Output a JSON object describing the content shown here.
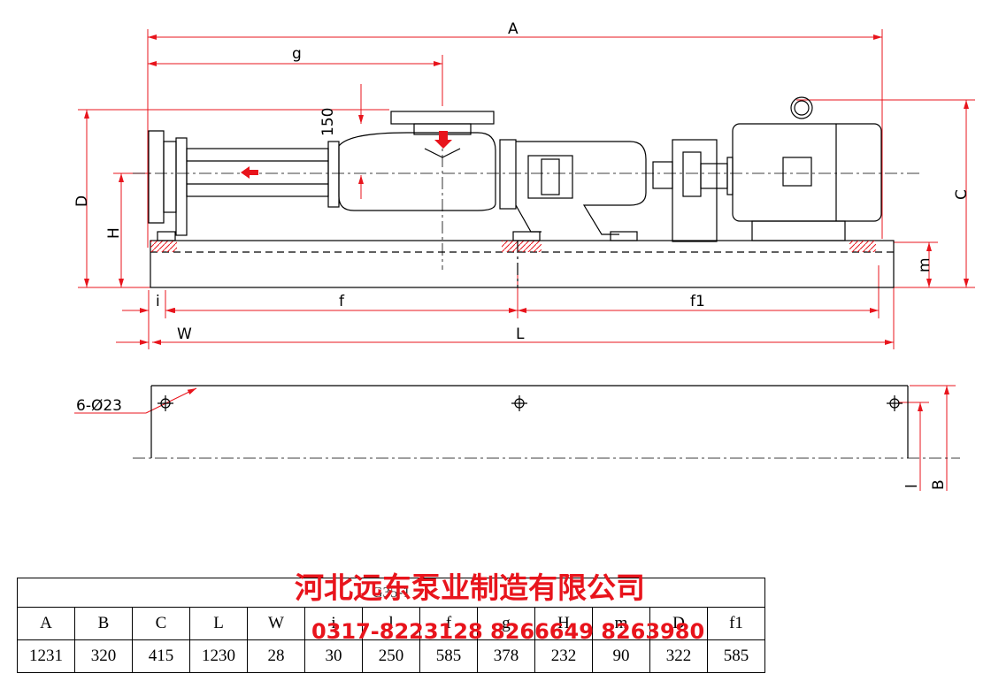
{
  "dimension_labels": {
    "A": "A",
    "g": "g",
    "D": "D",
    "H": "H",
    "C": "C",
    "m": "m",
    "i": "i",
    "f": "f",
    "f1": "f1",
    "W": "W",
    "L": "L",
    "B": "B",
    "l": "l",
    "size_150": "150",
    "holes": "6-Ø23"
  },
  "table": {
    "title": "G35-1",
    "headers": [
      "A",
      "B",
      "C",
      "L",
      "W",
      "i",
      "l",
      "f",
      "g",
      "H",
      "m",
      "D",
      "f1"
    ],
    "values": [
      "1231",
      "320",
      "415",
      "1230",
      "28",
      "30",
      "250",
      "585",
      "378",
      "232",
      "90",
      "322",
      "585"
    ]
  },
  "watermark": {
    "company": "河北远东泵业制造有限公司",
    "phone": "0317-8223128 8266649 8263980"
  },
  "colors": {
    "dimension": "#e8141c",
    "outline": "#000000"
  }
}
